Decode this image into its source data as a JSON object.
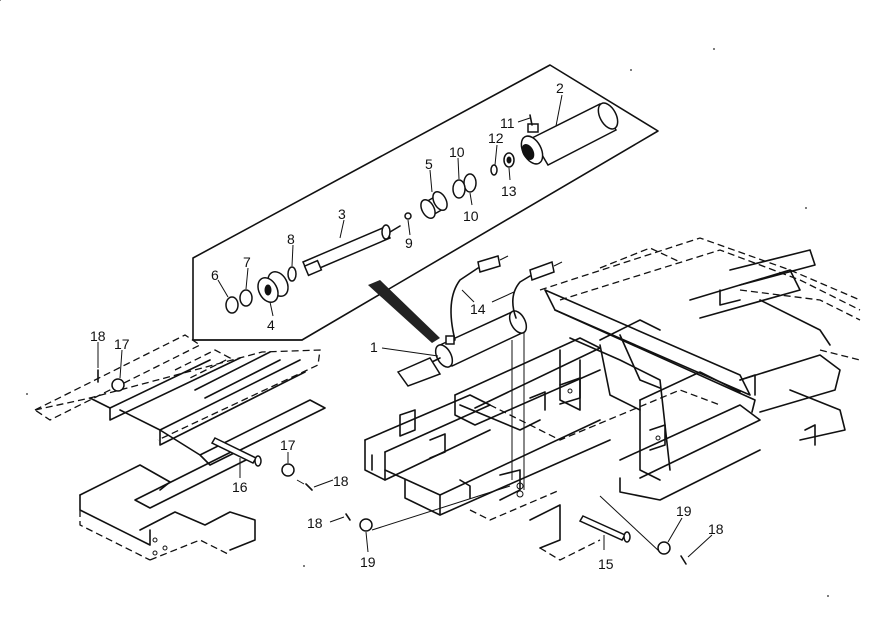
{
  "callouts": {
    "c1": "1",
    "c2": "2",
    "c3": "3",
    "c4": "4",
    "c5": "5",
    "c6": "6",
    "c7": "7",
    "c8": "8",
    "c9": "9",
    "c10a": "10",
    "c10b": "10",
    "c11": "11",
    "c12": "12",
    "c13": "13",
    "c14": "14",
    "c15": "15",
    "c16": "16",
    "c17a": "17",
    "c17b": "17",
    "c18a": "18",
    "c18b": "18",
    "c18c": "18",
    "c18d": "18",
    "c19a": "19",
    "c19b": "19"
  },
  "colors": {
    "line": "#111111",
    "background": "#ffffff"
  }
}
